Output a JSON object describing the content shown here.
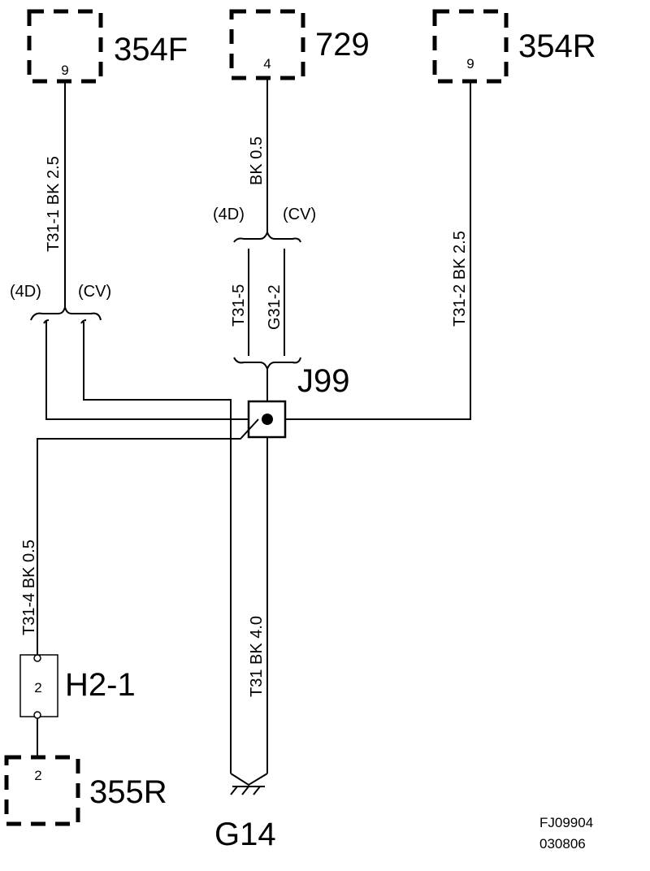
{
  "connectors": {
    "c354f": {
      "name": "354F",
      "pin": "9"
    },
    "c729": {
      "name": "729",
      "pin": "4"
    },
    "c354r": {
      "name": "354R",
      "pin": "9"
    },
    "c355r": {
      "name": "355R",
      "pin": "2"
    }
  },
  "wires": {
    "w354f": "T31-1 BK  2.5",
    "w729": "BK   0.5",
    "w354r": "T31-2  BK   2.5",
    "w_h2": "T31-4  BK   0.5",
    "w_main": "T31  BK  4.0",
    "j_left": "T31-5",
    "j_right": "G31-2"
  },
  "variants": {
    "left_4d": "(4D)",
    "left_cv": "(CV)",
    "top_4d": "(4D)",
    "top_cv": "(CV)"
  },
  "splice": {
    "name": "J99"
  },
  "component_h2": {
    "name": "H2-1",
    "pin": "2"
  },
  "ground": {
    "name": "G14"
  },
  "ref": {
    "line1": "FJ09904",
    "line2": "030806"
  }
}
